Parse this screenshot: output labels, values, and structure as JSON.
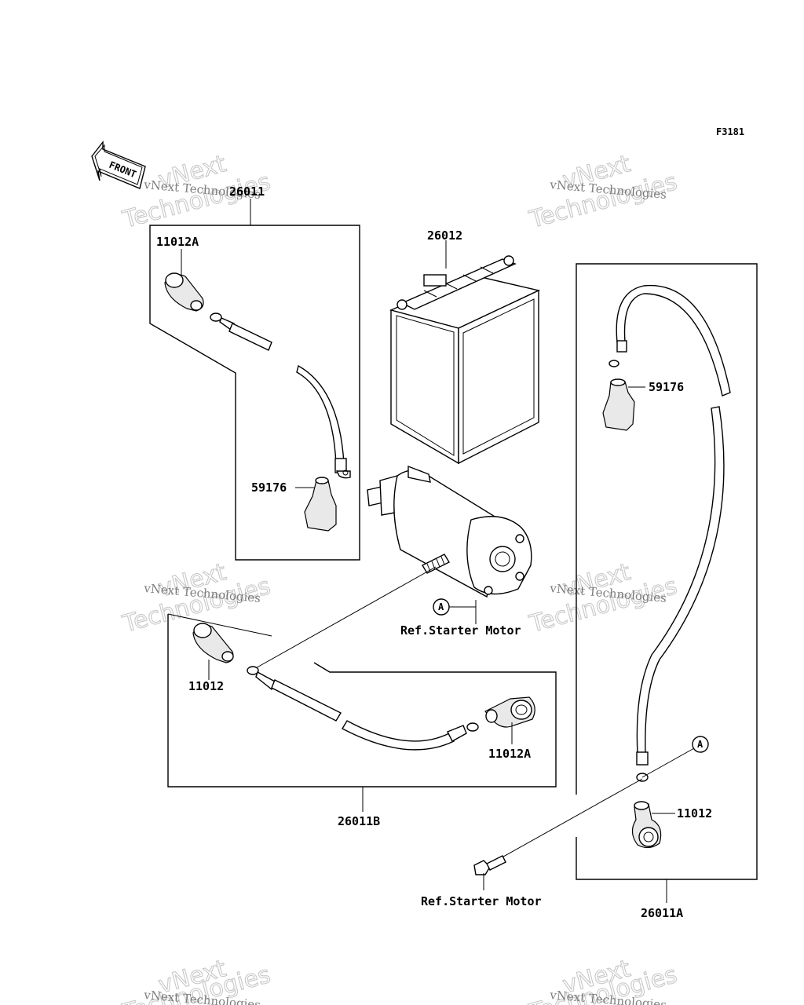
{
  "figure_code": "F3181",
  "front_label": "FRONT",
  "watermark": {
    "line1": "vNext Technologies",
    "line2": "vNext",
    "line3": "Technologies"
  },
  "parts": {
    "p26011": "26011",
    "p26011A": "26011A",
    "p26011B": "26011B",
    "p26012": "26012",
    "p11012A_top": "11012A",
    "p11012A_mid": "11012A",
    "p11012_left": "11012",
    "p11012_right": "11012",
    "p59176_left": "59176",
    "p59176_right": "59176"
  },
  "refs": {
    "starter_motor_1": "Ref.Starter Motor",
    "starter_motor_2": "Ref.Starter Motor",
    "marker_a1": "A",
    "marker_a2": "A"
  }
}
